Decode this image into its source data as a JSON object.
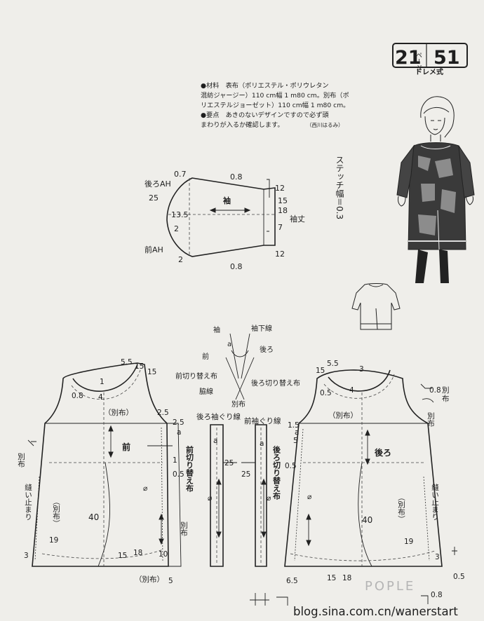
{
  "badge": {
    "page_number": "21",
    "page_unit": "ページ",
    "model_number": "51",
    "style_label": "ドレメ式"
  },
  "notes": {
    "material_line1": "●材料　表布（ポリエステル・ポリウレタン",
    "material_line2": "混紡ジャージー）110 cm幅 1 m80 cm。別布（ポ",
    "material_line3": "リエステルジョーゼット）110 cm幅 1 m80 cm。",
    "point_line1": "●要点　あきのないデザインですので必ず頭",
    "point_line2": "まわりが入るか確認します。",
    "author": "（西川はるみ）"
  },
  "stitch_width": "ステッチ幅＝0.3",
  "watermark": {
    "brand": "POPLE",
    "url": "blog.sina.com.cn/wanerstart"
  },
  "sleeve": {
    "title": "袖",
    "back_ah": "後ろAH",
    "front_ah": "前AH",
    "sleeve_length": "袖丈",
    "d_07": "0.7",
    "d_08_top": "0.8",
    "d_08_bottom": "0.8",
    "d_25": "25",
    "d_135": "13.5",
    "d_2a": "2",
    "d_2b": "2",
    "d_12a": "12",
    "d_15": "15",
    "d_18": "18",
    "d_7": "7",
    "d_12b": "12"
  },
  "diagram": {
    "sleeve": "袖",
    "underarm": "袖下線",
    "front": "前",
    "back": "後ろ",
    "a": "a",
    "front_switch": "前切り替え布",
    "back_switch": "後ろ切り替え布",
    "side": "脇線",
    "extra": "別布"
  },
  "front_body": {
    "title": "前",
    "extra_center": "（別布）",
    "extra_left": "別布",
    "extra_left2": "（別布）",
    "extra_right": "別布",
    "extra_bottom": "（別布）",
    "sewing_stop": "縫い止まり",
    "d_55": "5.5",
    "d_15a": "15",
    "d_15b": "15",
    "d_1": "1",
    "d_08": "0.8",
    "d_4": "4",
    "d_25": "2.5",
    "d_25b": "2.5",
    "d_a": "a",
    "d_1b": "1",
    "d_05": "0.5",
    "d_40": "40",
    "d_19": "19",
    "d_3": "3",
    "d_15c": "15",
    "d_18": "18",
    "d_10": "10",
    "d_5": "5",
    "sym": "⌀"
  },
  "strips": {
    "back_sleeve_line": "後ろ袖ぐり線",
    "front_sleeve_line": "前袖ぐり線",
    "front_switch": "前切り替え布",
    "back_switch": "後ろ切り替え布",
    "d_a1": "a",
    "d_a2": "a",
    "d_25a": "25",
    "d_25b": "25",
    "sym1": "⌀",
    "sym2": "⌀"
  },
  "back_body": {
    "title": "後ろ",
    "extra_center": "（別布）",
    "extra_right": "（別布）",
    "extra_corner": "別布",
    "sewing_stop": "縫い止まり",
    "d_3": "3",
    "d_15a": "15",
    "d_55": "5.5",
    "d_05a": "0.5",
    "d_4": "4",
    "d_15b": "1.5",
    "d_a": "a",
    "d_5": "5",
    "d_05b": "0.5",
    "d_40": "40",
    "d_19": "19",
    "d_3b": "3",
    "d_65": "6.5",
    "d_15c": "15",
    "d_18": "18",
    "d_05c": "0.5",
    "d_08a": "0.8",
    "d_08b": "0.8",
    "corner_extra1": "別",
    "corner_extra2": "布",
    "sym": "⌀"
  }
}
